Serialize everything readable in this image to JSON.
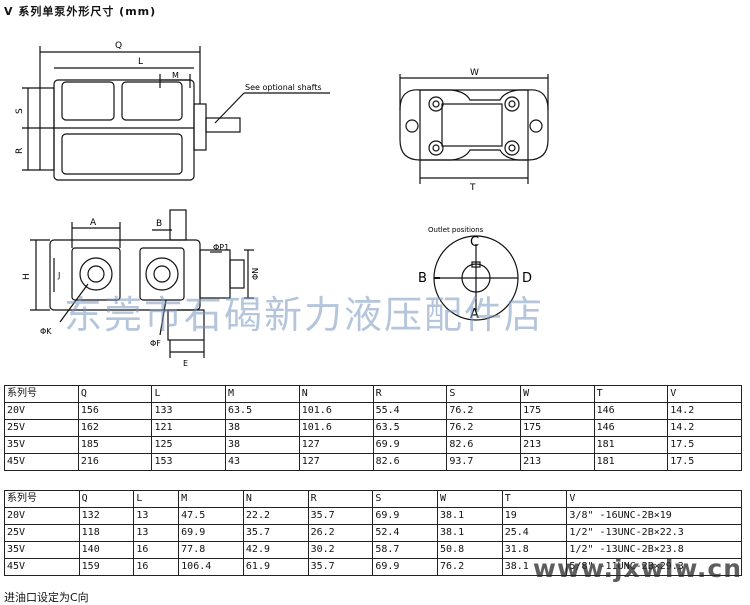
{
  "title": "V 系列单泵外形尺寸 (mm)",
  "labels": {
    "Q": "Q",
    "L": "L",
    "M": "M",
    "S": "S",
    "R": "R",
    "shafts": "See optional shafts",
    "W": "W",
    "T": "T",
    "outlet": "Outlet positions",
    "C": "C",
    "B": "B",
    "D": "D",
    "A": "A",
    "a_dim": "A",
    "b_dim": "B",
    "h_dim": "H",
    "j_dim": "J",
    "phi_p1": "ΦP1",
    "phi_n": "ΦN",
    "phi_k": "ΦK",
    "phi_f": "ΦF",
    "e_dim": "E"
  },
  "watermark": "东莞市石碣新力液压配件店",
  "site": "www.jxwlw.cn",
  "table1": {
    "headers": [
      "系列号",
      "Q",
      "L",
      "M",
      "N",
      "R",
      "S",
      "W",
      "T",
      "V"
    ],
    "rows": [
      [
        "20V",
        "156",
        "133",
        "63.5",
        "101.6",
        "55.4",
        "76.2",
        "175",
        "146",
        "14.2"
      ],
      [
        "25V",
        "162",
        "121",
        "38",
        "101.6",
        "63.5",
        "76.2",
        "175",
        "146",
        "14.2"
      ],
      [
        "35V",
        "185",
        "125",
        "38",
        "127",
        "69.9",
        "82.6",
        "213",
        "181",
        "17.5"
      ],
      [
        "45V",
        "216",
        "153",
        "43",
        "127",
        "82.6",
        "93.7",
        "213",
        "181",
        "17.5"
      ]
    ]
  },
  "table2": {
    "headers": [
      "系列号",
      "Q",
      "L",
      "M",
      "N",
      "R",
      "S",
      "W",
      "T",
      "V"
    ],
    "rows": [
      [
        "20V",
        "132",
        "13",
        "47.5",
        "22.2",
        "35.7",
        "69.9",
        "38.1",
        "19",
        "3/8\" -16UNC-2B×19"
      ],
      [
        "25V",
        "118",
        "13",
        "69.9",
        "35.7",
        "26.2",
        "52.4",
        "38.1",
        "25.4",
        "1/2\" -13UNC-2B×22.3"
      ],
      [
        "35V",
        "140",
        "16",
        "77.8",
        "42.9",
        "30.2",
        "58.7",
        "50.8",
        "31.8",
        "1/2\" -13UNC-2B×23.8"
      ],
      [
        "45V",
        "159",
        "16",
        "106.4",
        "61.9",
        "35.7",
        "69.9",
        "76.2",
        "38.1",
        "5/8\" -11UNC-2B×29.3"
      ]
    ]
  },
  "footer": "进油口设定为C向"
}
